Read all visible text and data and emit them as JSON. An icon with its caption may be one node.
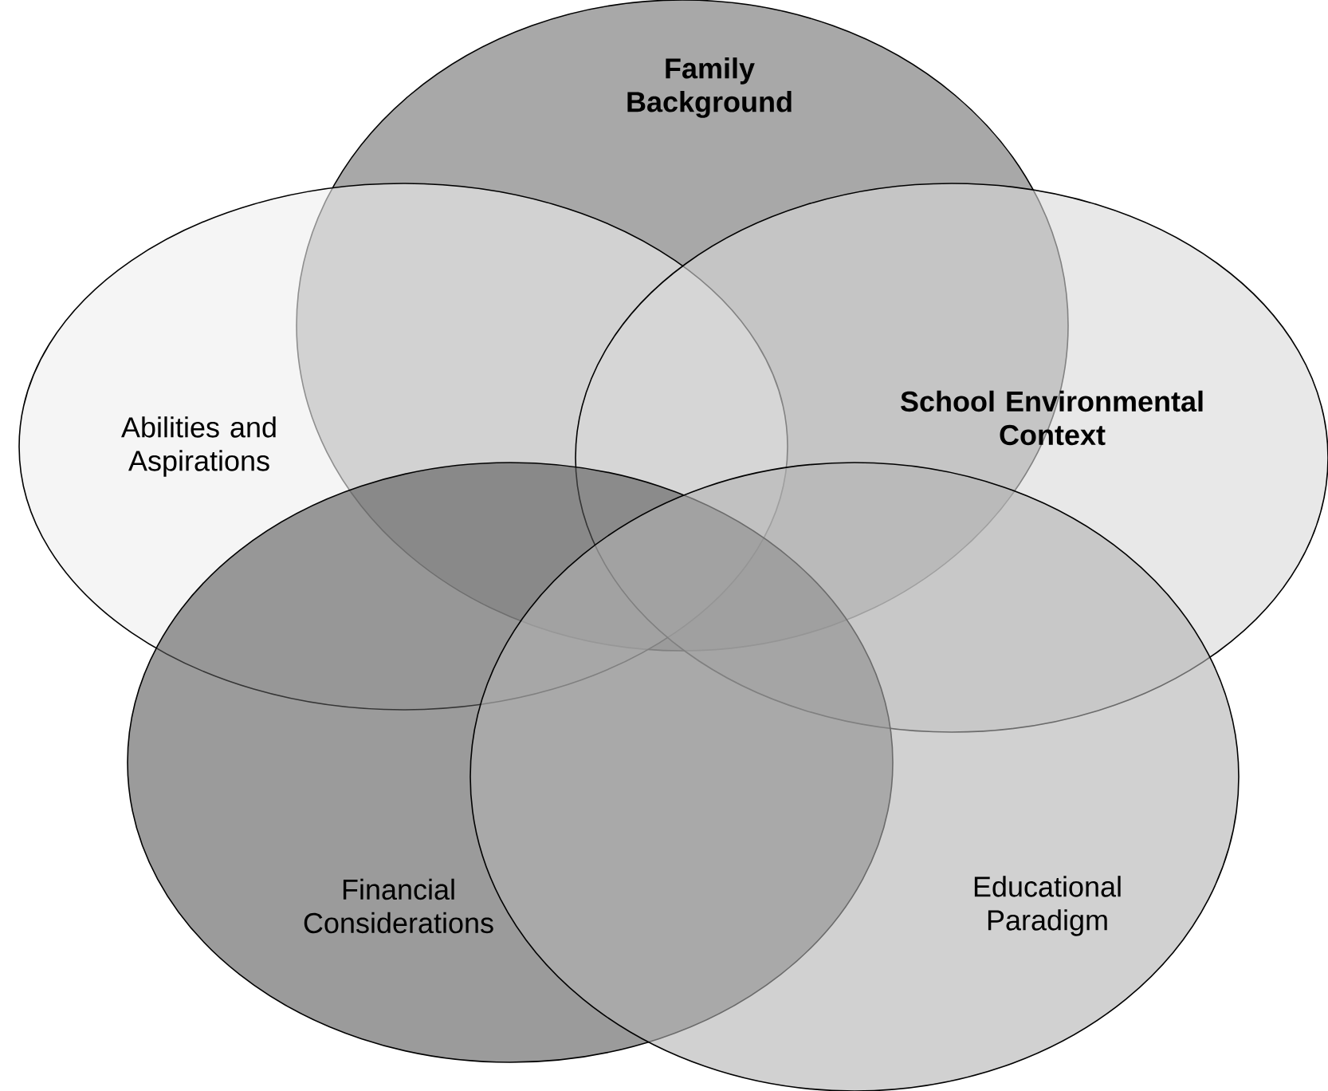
{
  "diagram": {
    "nodes": [
      {
        "text": [
          "Family Background"
        ]
      },
      {
        "text": [
          "Abilities and Aspirations"
        ]
      },
      {
        "text": [
          "School Environmental Context"
        ]
      },
      {
        "text": [
          "Financial Considerations"
        ]
      },
      {
        "text": [
          "Educational Paradigm"
        ]
      }
    ]
  }
}
